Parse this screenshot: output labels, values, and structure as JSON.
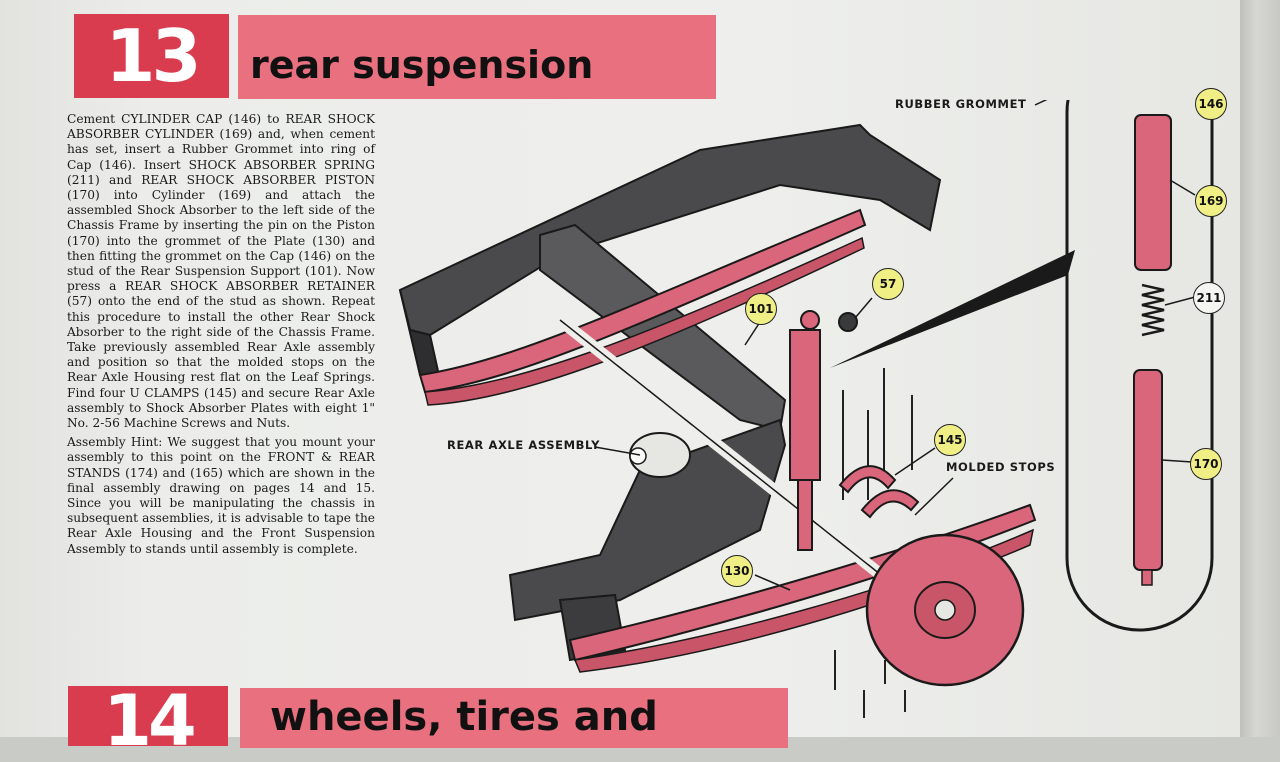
{
  "step13": {
    "number": "13",
    "title": "rear suspension",
    "instructions": "Cement CYLINDER CAP (146) to REAR SHOCK ABSORBER CYLINDER (169) and, when cement has set, insert a Rubber Grommet into ring of Cap (146). Insert SHOCK ABSORBER SPRING (211) and REAR SHOCK ABSORBER PISTON (170) into Cylinder (169) and attach the assembled Shock Absorber to the left side of the Chassis Frame by inserting the pin on the Piston (170) into the grommet of the Plate (130) and then fitting the grommet on the Cap (146) on the stud of the Rear Suspension Support (101). Now press a REAR SHOCK ABSORBER RETAINER (57) onto the end of the stud as shown. Repeat this procedure to install the other Rear Shock Absorber to the right side of the Chassis Frame. Take previously assembled Rear Axle assembly and position so that the molded stops on the Rear Axle Housing rest flat on the Leaf Springs. Find four U CLAMPS (145) and secure Rear Axle assembly to Shock Absorber Plates with eight 1\" No. 2-56 Machine Screws and Nuts.",
    "hint": "Assembly Hint: We suggest that you mount your assembly to this point on the FRONT & REAR STANDS (174) and (165) which are shown in the final assembly drawing on pages 14 and 15. Since you will be manipulating the chassis in subsequent assemblies, it is advisable to tape the Rear Axle Housing and the Front Suspension Assembly to stands until assembly is complete."
  },
  "step14": {
    "number": "14",
    "title": "wheels, tires and"
  },
  "diagram": {
    "labels": {
      "rubber_grommet": "RUBBER GROMMET",
      "rear_axle_assembly": "REAR AXLE ASSEMBLY",
      "molded_stops": "MOLDED STOPS"
    },
    "callouts": {
      "p146": "146",
      "p169": "169",
      "p211": "211",
      "p170": "170",
      "p57": "57",
      "p101": "101",
      "p145": "145",
      "p130": "130"
    }
  },
  "colors": {
    "title_bar": "#e8707f",
    "number_block": "#d93c4f",
    "part_pink": "#d9667a",
    "frame_gray": "#4a4a4c",
    "callout_yellow": "#f0ef86"
  }
}
